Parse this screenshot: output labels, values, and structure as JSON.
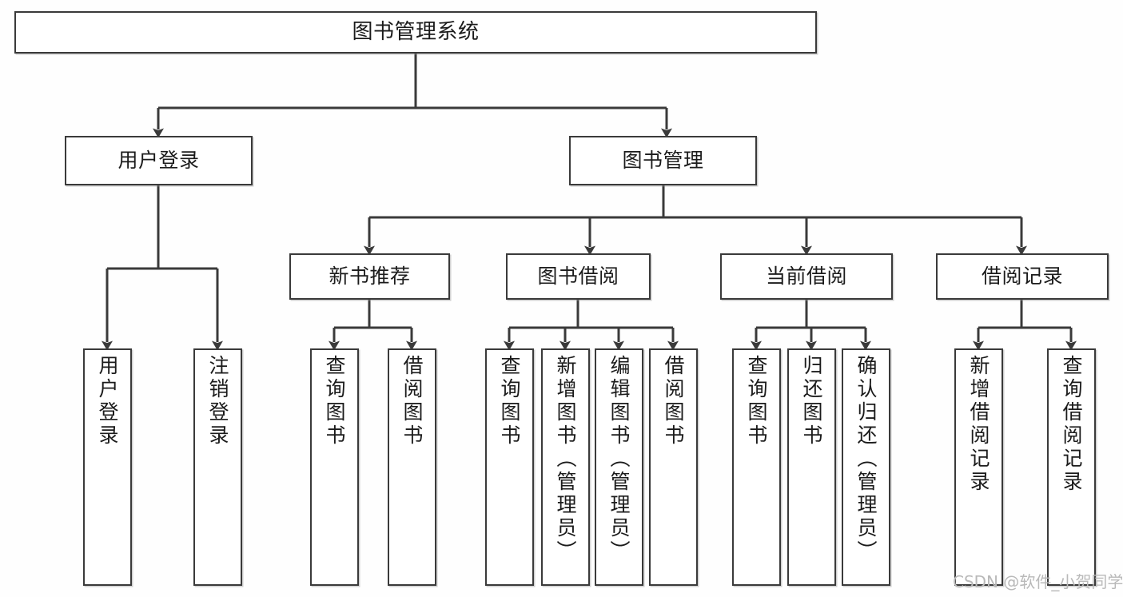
{
  "diagram": {
    "title": "图书管理系统",
    "type": "tree",
    "watermark": "CSDN @软件_小贺同学",
    "colors": {
      "stroke": "#3a3a3a",
      "fill": "#ffffff",
      "text": "#1b1b1b",
      "watermark": "#b9b9b9"
    },
    "levels": {
      "root": {
        "label": "图书管理系统"
      },
      "level2": [
        {
          "label": "用户登录"
        },
        {
          "label": "图书管理"
        }
      ],
      "level3": [
        {
          "label": "新书推荐"
        },
        {
          "label": "图书借阅"
        },
        {
          "label": "当前借阅"
        },
        {
          "label": "借阅记录"
        }
      ],
      "leaves": [
        {
          "label": "用户登录",
          "parent": "用户登录"
        },
        {
          "label": "注销登录",
          "parent": "用户登录"
        },
        {
          "label": "查询图书",
          "parent": "新书推荐"
        },
        {
          "label": "借阅图书",
          "parent": "新书推荐"
        },
        {
          "label": "查询图书",
          "parent": "图书借阅"
        },
        {
          "label": "新增图书（管理员）",
          "parent": "图书借阅"
        },
        {
          "label": "编辑图书（管理员）",
          "parent": "图书借阅"
        },
        {
          "label": "借阅图书",
          "parent": "图书借阅"
        },
        {
          "label": "查询图书",
          "parent": "当前借阅"
        },
        {
          "label": "归还图书",
          "parent": "当前借阅"
        },
        {
          "label": "确认归还（管理员）",
          "parent": "当前借阅"
        },
        {
          "label": "新增借阅记录",
          "parent": "借阅记录"
        },
        {
          "label": "查询借阅记录",
          "parent": "借阅记录"
        }
      ]
    }
  }
}
